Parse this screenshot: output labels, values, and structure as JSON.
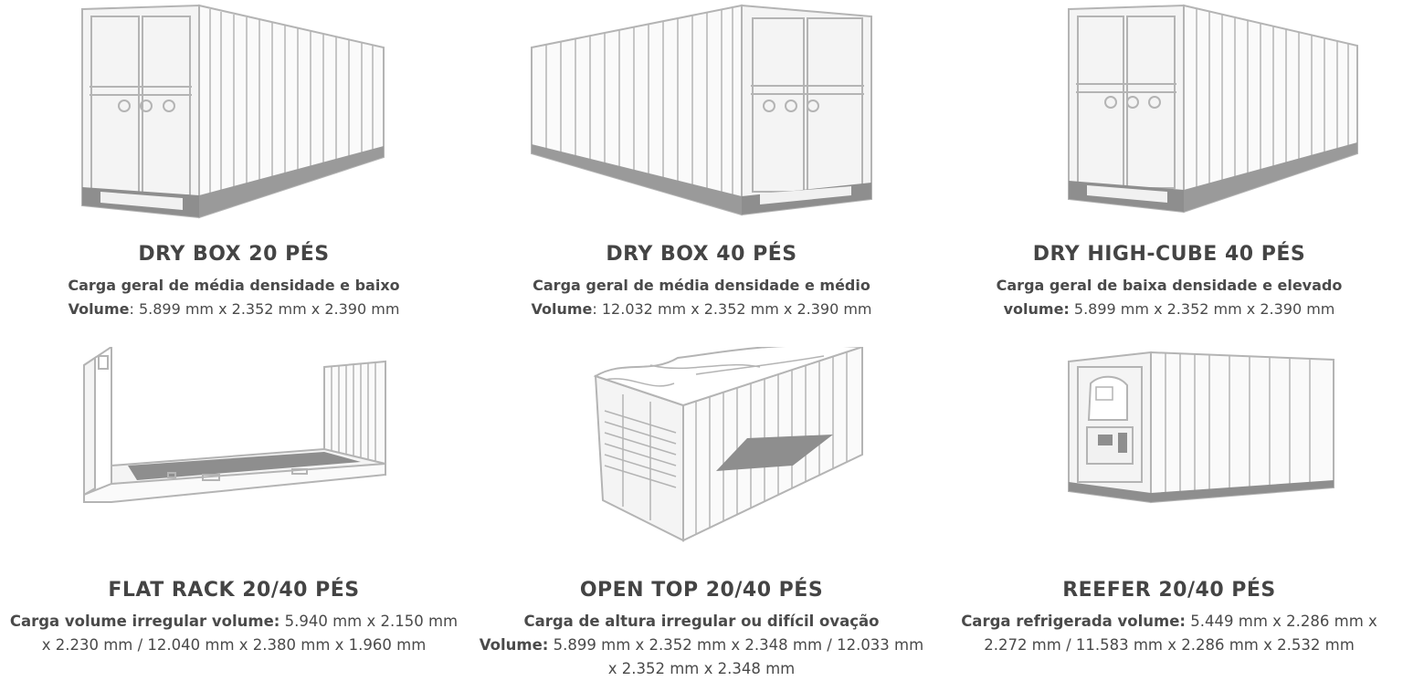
{
  "colors": {
    "text": "#444444",
    "line": "#b4b4b4",
    "fill_light": "#f1f1f1",
    "fill_dark": "#8e8e8e"
  },
  "containers": [
    {
      "icon": "dry-box-20-container-icon",
      "title": "DRY BOX 20 PÉS",
      "line1_bold": "Carga geral de média densidade e baixo",
      "line2_bold": "Volume",
      "line2_rest": ": 5.899 mm x 2.352 mm x 2.390 mm"
    },
    {
      "icon": "dry-box-40-container-icon",
      "title": "DRY BOX 40 PÉS",
      "line1_bold": "Carga geral de média densidade e médio",
      "line2_bold": "Volume",
      "line2_rest": ": 12.032 mm x 2.352 mm x 2.390 mm"
    },
    {
      "icon": "dry-high-cube-container-icon",
      "title": "DRY HIGH-CUBE 40 PÉS",
      "line1_bold": "Carga geral de baixa densidade e elevado",
      "line2_bold": "volume:",
      "line2_rest": " 5.899 mm x 2.352 mm x 2.390 mm"
    },
    {
      "icon": "flat-rack-container-icon",
      "title": "FLAT RACK 20/40 PÉS",
      "desc_bold": "Carga volume irregular volume:",
      "desc_rest": " 5.940 mm x 2.150 mm x 2.230 mm / 12.040 mm x 2.380 mm x 1.960 mm"
    },
    {
      "icon": "open-top-container-icon",
      "title": "OPEN TOP 20/40 PÉS",
      "line1_bold": "Carga de altura irregular ou difícil ovação",
      "line2_bold": "Volume:",
      "line2_rest": " 5.899 mm x 2.352 mm x 2.348 mm / 12.033 mm x 2.352 mm x 2.348 mm"
    },
    {
      "icon": "reefer-container-icon",
      "title": "REEFER 20/40 PÉS",
      "desc_bold": "Carga refrigerada volume:",
      "desc_rest": " 5.449 mm x 2.286 mm x 2.272 mm / 11.583 mm x 2.286 mm x 2.532 mm"
    }
  ]
}
